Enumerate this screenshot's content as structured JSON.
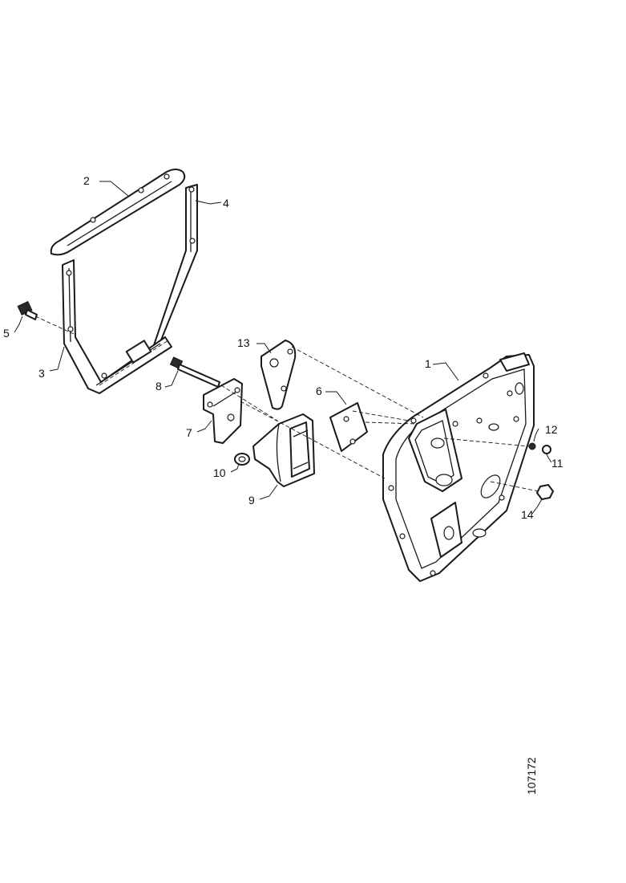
{
  "diagram": {
    "document_number": "107172",
    "callouts": {
      "c1": "1",
      "c2": "2",
      "c3": "3",
      "c4": "4",
      "c5": "5",
      "c6": "6",
      "c7": "7",
      "c8": "8",
      "c9": "9",
      "c10": "10",
      "c11": "11",
      "c12": "12",
      "c13": "13",
      "c14": "14"
    }
  }
}
